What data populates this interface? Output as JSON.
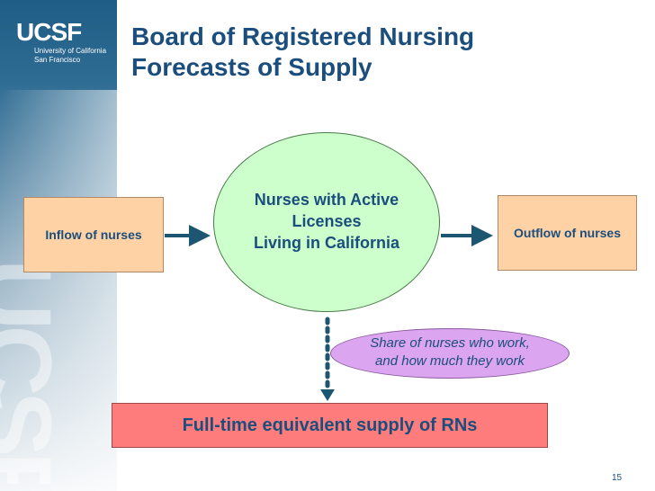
{
  "branding": {
    "logo_mark": "UCSF",
    "logo_line1": "University of California",
    "logo_line2": "San Francisco",
    "watermark": "UCSF"
  },
  "slide": {
    "title_line1": "Board of Registered Nursing",
    "title_line2": "Forecasts of Supply",
    "page_number": "15"
  },
  "diagram": {
    "inflow": "Inflow of nurses",
    "outflow": "Outflow of nurses",
    "center_line1": "Nurses with Active",
    "center_line2": "Licenses",
    "center_line3": "Living in California",
    "share_line1": "Share of nurses who work,",
    "share_line2": "and how much they work",
    "fte": "Full-time equivalent supply of RNs"
  },
  "colors": {
    "title": "#1b4e7c",
    "flow_box": "#ffd2a6",
    "center": "#ccffcc",
    "share": "#dca5ef",
    "fte": "#ff7c7c",
    "arrow": "#1d5670"
  }
}
